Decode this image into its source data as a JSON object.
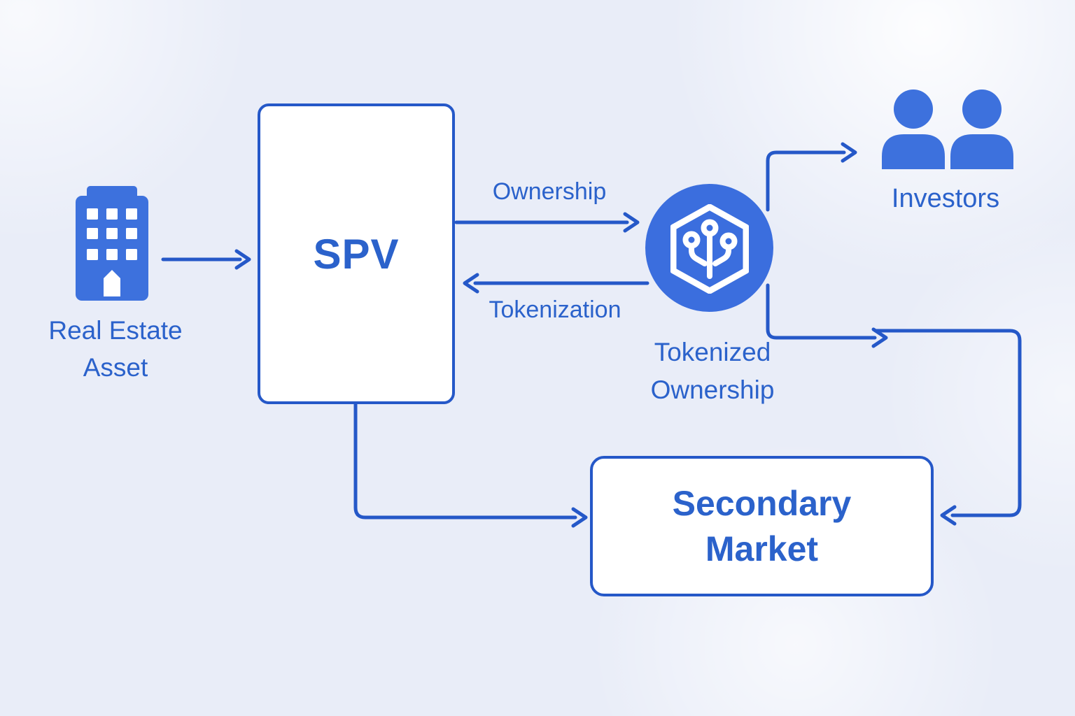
{
  "diagram": {
    "colors": {
      "background": "#e9edf8",
      "line_blue": "#2558c8",
      "text_blue": "#2b62cb",
      "icon_blue": "#3d71dd",
      "circle_blue": "#3b6ede",
      "box_background": "#ffffff"
    },
    "nodes": {
      "real_estate": {
        "line1": "Real Estate",
        "line2": "Asset",
        "icon": "building-icon"
      },
      "spv": {
        "label": "SPV"
      },
      "token": {
        "line1": "Tokenized",
        "line2": "Ownership",
        "icon": "token-hexagon-branch-icon"
      },
      "investors": {
        "label": "Investors",
        "icon": "people-icon"
      },
      "secondary_market": {
        "line1": "Secondary",
        "line2": "Market"
      }
    },
    "edges": {
      "ownership_label": "Ownership",
      "tokenization_label": "Tokenization"
    }
  }
}
